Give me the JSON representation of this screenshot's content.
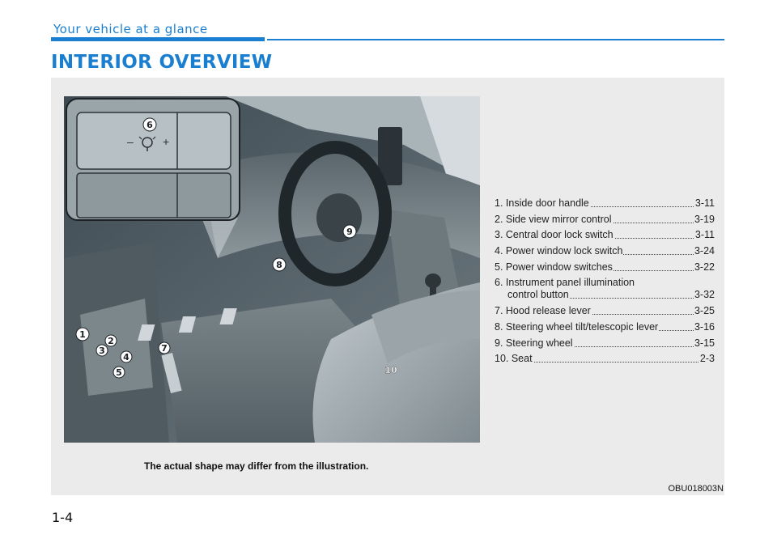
{
  "header": {
    "section_title": "Your vehicle at a glance",
    "accent_color": "#1a7fd0"
  },
  "page_heading": "INTERIOR OVERVIEW",
  "illustration": {
    "callouts": [
      "1",
      "2",
      "3",
      "4",
      "5",
      "6",
      "7",
      "8",
      "9",
      "10"
    ],
    "inset_icon": "panel-illumination-icon",
    "inset_signs": [
      "–",
      "+"
    ]
  },
  "legend": {
    "items": [
      {
        "label": "1. Inside door handle",
        "page": "3-11"
      },
      {
        "label": "2. Side view mirror control",
        "page": "3-19"
      },
      {
        "label": "3. Central door lock switch",
        "page": "3-11"
      },
      {
        "label": "4. Power window lock switch",
        "page": "3-24"
      },
      {
        "label": "5. Power window switches",
        "page": "3-22"
      },
      {
        "label": "6. Instrument panel illumination",
        "label2": "control button",
        "page": "3-32"
      },
      {
        "label": "7. Hood release lever",
        "page": "3-25"
      },
      {
        "label": "8. Steering wheel tilt/telescopic lever",
        "page": "3-16"
      },
      {
        "label": "9. Steering wheel",
        "page": "3-15"
      },
      {
        "label": "10. Seat",
        "page": "2-3"
      }
    ]
  },
  "note": "The actual shape may differ from the illustration.",
  "figure_code": "OBU018003N",
  "page_number": "1-4"
}
